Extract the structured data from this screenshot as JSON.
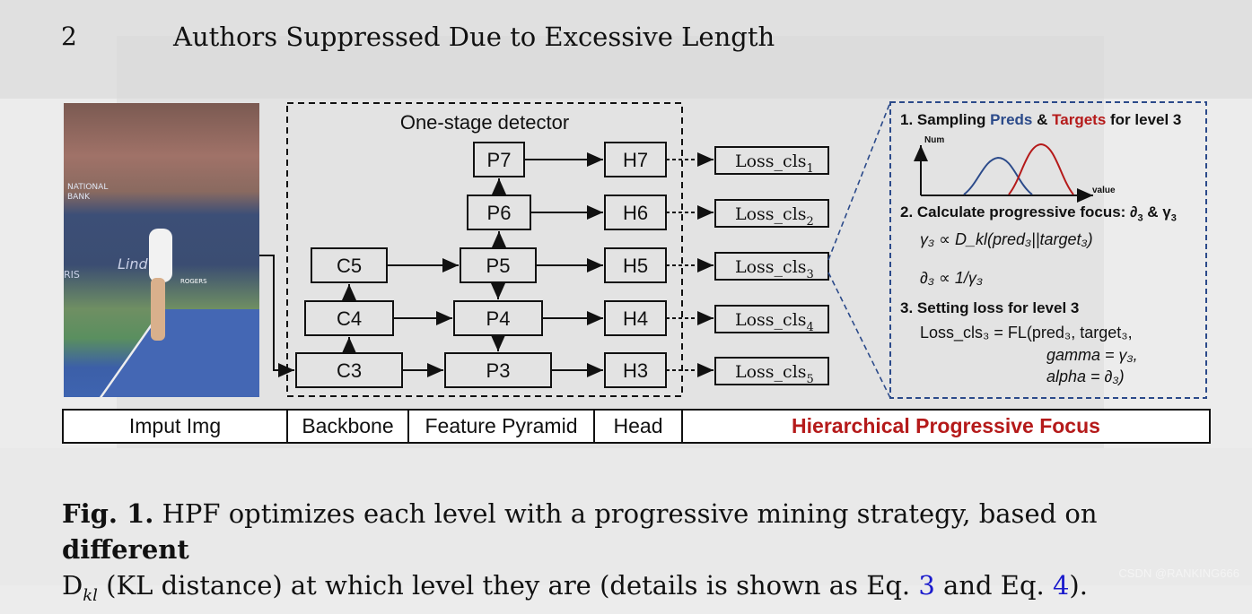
{
  "header": {
    "page_number": "2",
    "running_head": "Authors Suppressed Due to Excessive Length"
  },
  "figure": {
    "detector_title": "One-stage detector",
    "backbone_nodes": [
      "C5",
      "C4",
      "C3"
    ],
    "pyramid_nodes": [
      "P7",
      "P6",
      "P5",
      "P4",
      "P3"
    ],
    "head_nodes": [
      "H7",
      "H6",
      "H5",
      "H4",
      "H3"
    ],
    "loss_labels": [
      {
        "base": "Loss_cls",
        "sub": "1"
      },
      {
        "base": "Loss_cls",
        "sub": "2"
      },
      {
        "base": "Loss_cls",
        "sub": "3"
      },
      {
        "base": "Loss_cls",
        "sub": "4"
      },
      {
        "base": "Loss_cls",
        "sub": "5"
      }
    ],
    "photo_text": {
      "bank": "NATIONAL\nBANK",
      "lind": "Lind",
      "paris": "RIS",
      "rogers": "ROGERS"
    },
    "panel": {
      "step1_prefix": "1. Sampling ",
      "step1_preds": "Preds",
      "step1_amp": " & ",
      "step1_targets": "Targets",
      "step1_suffix": " for level 3",
      "axis_y": "Num",
      "axis_x": "value",
      "step2": "2. Calculate progressive focus: ∂",
      "step2_sub1": "3",
      "step2_amp": " & γ",
      "step2_sub2": "3",
      "eq_gamma": "γ₃ ∝ D_kl(pred₃||target₃)",
      "eq_partial": "∂₃ ∝ 1/γ₃",
      "step3": "3. Setting loss for level 3",
      "eq_loss_1": "Loss_cls₃ = FL(pred₃, target₃,",
      "eq_loss_2": "gamma = γ₃,",
      "eq_loss_3": "alpha = ∂₃)"
    },
    "band": [
      "Imput Img",
      "Backbone",
      "Feature Pyramid",
      "Head",
      "Hierarchical Progressive Focus"
    ],
    "colors": {
      "preds": "#2b4a8a",
      "targets": "#b51a1a",
      "dashed_border": "#2b4a8a",
      "band_highlight": "#b51a1a"
    }
  },
  "caption": {
    "label": "Fig. 1.",
    "text_before_bold": " HPF optimizes each level with a progressive mining strategy, based on ",
    "bold": "different",
    "line2_dkl": "D",
    "line2_dkl_sub": "kl",
    "line2_text": " (KL distance) at which level they are (details is shown as Eq. ",
    "ref1": "3",
    "and": " and Eq. ",
    "ref2": "4",
    "end": ")."
  },
  "watermark": "CSDN @RANKING666"
}
